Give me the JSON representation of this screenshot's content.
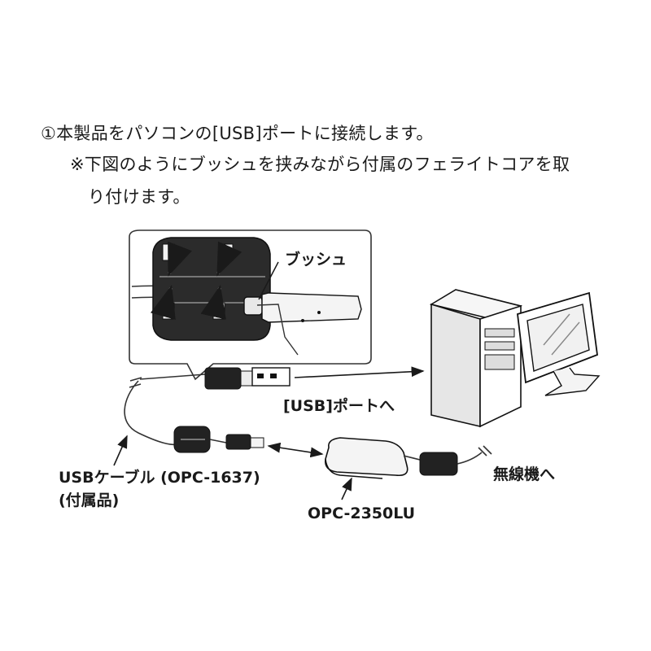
{
  "instructions": {
    "step_1": "①本製品をパソコンの[USB]ポートに接続します。",
    "note_line_1": "※下図のようにブッシュを挟みながら付属のフェライトコアを取",
    "note_line_2": "り付けます。"
  },
  "labels": {
    "bush": "ブッシュ",
    "usb_port": "[USB]ポートへ",
    "usb_cable": "USBケーブル (OPC-1637)",
    "usb_cable_sub": "(付属品)",
    "radio": "無線機へ",
    "model": "OPC-2350LU"
  },
  "icons": [
    "ferrite-core-icon",
    "usb-plug-icon",
    "pc-tower-icon",
    "monitor-icon",
    "adapter-icon"
  ]
}
